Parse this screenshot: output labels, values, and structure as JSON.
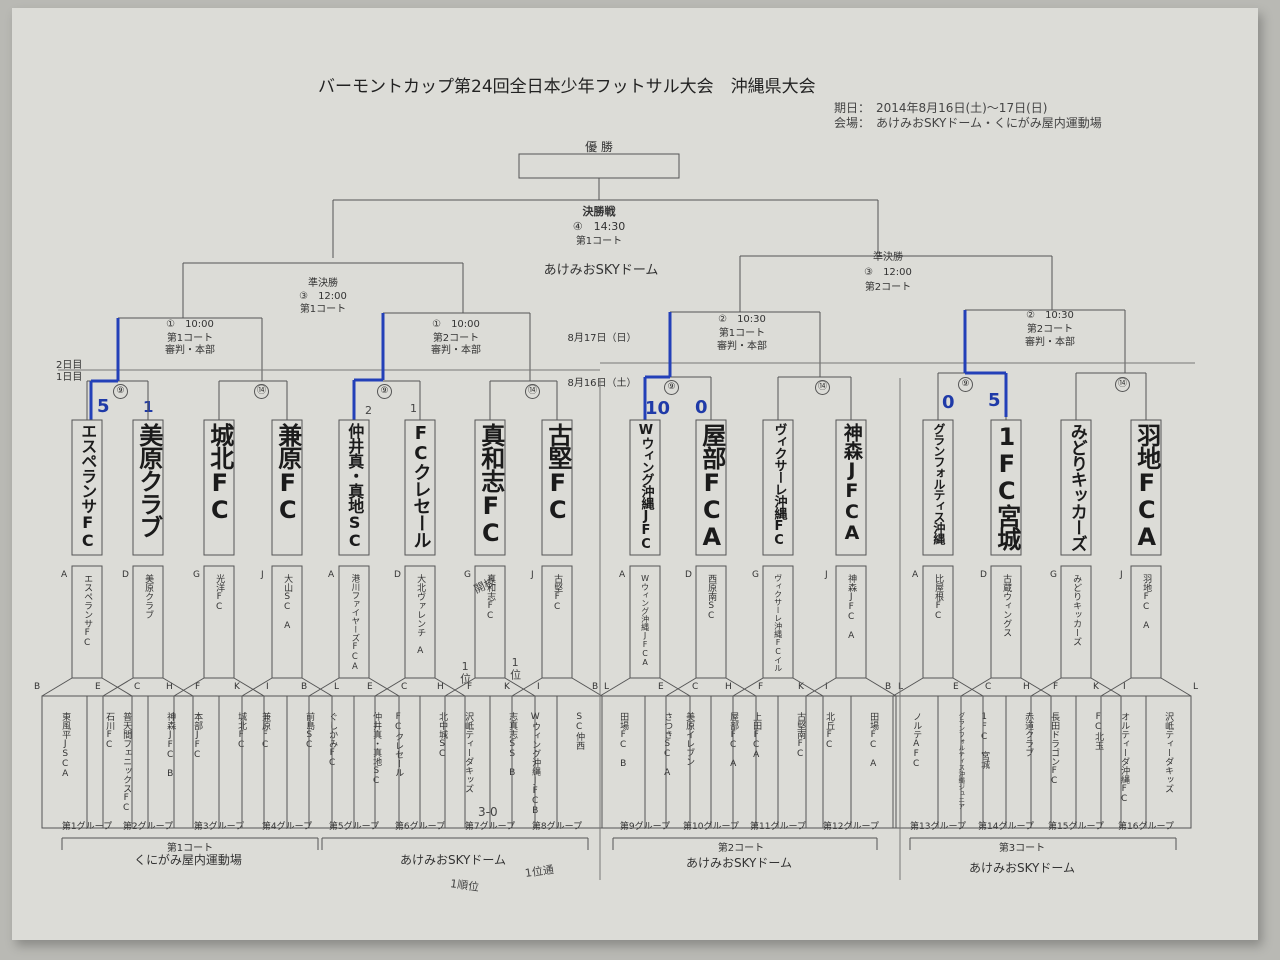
{
  "title": "バーモントカップ第24回全日本少年フットサル大会　沖縄県大会",
  "dates": "期日：　2014年8月16日(土)～17日(日)",
  "venues": "会場：　あけみおSKYドーム・くにがみ屋内運動場",
  "champion_label": "優 勝",
  "final": {
    "label": "決勝戦",
    "time": "④　14:30",
    "court": "第1コート"
  },
  "final_venue": "あけみおSKYドーム",
  "day_labels": {
    "day2": "2日目",
    "day1": "1日目",
    "aug17": "8月17日（日）",
    "aug16": "8月16日（土）"
  },
  "semis": [
    {
      "label": "準決勝",
      "time": "③　12:00",
      "court": "第1コート"
    },
    {
      "label": "準決勝",
      "time": "③　12:00",
      "court": "第2コート"
    }
  ],
  "quarters": [
    {
      "time": "①　10:00",
      "court": "第1コート",
      "ref": "審判・本部"
    },
    {
      "time": "①　10:00",
      "court": "第2コート",
      "ref": "審判・本部"
    },
    {
      "time": "②　10:30",
      "court": "第1コート",
      "ref": "審判・本部"
    },
    {
      "time": "②　10:30",
      "court": "第2コート",
      "ref": "審判・本部"
    }
  ],
  "r16_markers": [
    "⑨",
    "⑭",
    "⑨",
    "⑭",
    "⑨",
    "⑭",
    "⑨",
    "⑭"
  ],
  "teams_handwritten": [
    "エスペランサFC",
    "美原クラブ",
    "城北FC",
    "兼原FC",
    "仲井真・真地SC",
    "FCクレセール",
    "真和志FC",
    "古堅FC",
    "Wウィング沖縄JFC",
    "屋部FCA",
    "ヴィクサーレ沖縄FC",
    "神森JFCA",
    "グランフォルティス沖縄",
    "1FC宮城",
    "みどりキッカーズ",
    "羽地FCA"
  ],
  "scores": [
    "5",
    "1",
    "2",
    "1",
    "10",
    "0",
    "0",
    "5"
  ],
  "groups": [
    {
      "a_letter": "A",
      "winner": "エスペランサFC",
      "b_letter": "B",
      "c_letter": "C",
      "b": "東風平JSCA",
      "c": "石川FC",
      "label": "第1グループ"
    },
    {
      "a_letter": "D",
      "winner": "美原クラブ",
      "b_letter": "E",
      "c_letter": "F",
      "b": "普天間フェニックスFC",
      "c": "神森JFC　B",
      "label": "第2グループ"
    },
    {
      "a_letter": "G",
      "winner": "光洋FC",
      "b_letter": "H",
      "c_letter": "I",
      "b": "本部JFC",
      "c": "城北FC",
      "label": "第3グループ"
    },
    {
      "a_letter": "J",
      "winner": "大山SC　A",
      "b_letter": "K",
      "c_letter": "L",
      "b": "兼原FC",
      "c": "前島SC",
      "label": "第4グループ"
    },
    {
      "a_letter": "A",
      "winner": "港川ファイヤーズFCA",
      "b_letter": "B",
      "c_letter": "C",
      "b": "ぐしかみFC",
      "c": "仲井真・真地SC",
      "label": "第5グループ"
    },
    {
      "a_letter": "D",
      "winner": "大北ヴァレンチ　A",
      "b_letter": "E",
      "c_letter": "F",
      "b": "FCクレセール",
      "c": "北中城SC",
      "label": "第6グループ"
    },
    {
      "a_letter": "G",
      "winner": "真和志FC",
      "b_letter": "H",
      "c_letter": "I",
      "b": "沢岻ティーダキッズ",
      "c": "志真志SS　B",
      "label": "第7グループ"
    },
    {
      "a_letter": "J",
      "winner": "古堅FC",
      "b_letter": "K",
      "c_letter": "L",
      "b": "Wウィング沖縄JFCB",
      "c": "SC仲西",
      "label": "第8グループ"
    },
    {
      "a_letter": "A",
      "winner": "Wウィング沖縄JFCA",
      "b_letter": "B",
      "c_letter": "C",
      "b": "田場FC　B",
      "c": "さつきSC　A",
      "label": "第9グループ"
    },
    {
      "a_letter": "D",
      "winner": "西原南SC",
      "b_letter": "E",
      "c_letter": "F",
      "b": "美原イレブン",
      "c": "屋部FC　A",
      "label": "第10グループ"
    },
    {
      "a_letter": "G",
      "winner": "ヴィクサーレ沖縄FCイル",
      "b_letter": "H",
      "c_letter": "I",
      "b": "上田FCA",
      "c": "古堅南FC",
      "label": "第11グループ"
    },
    {
      "a_letter": "J",
      "winner": "神森JFC　A",
      "b_letter": "K",
      "c_letter": "L",
      "b": "北丘FC",
      "c": "田場FC　A",
      "label": "第12グループ"
    },
    {
      "a_letter": "A",
      "winner": "比屋根FC",
      "b_letter": "B",
      "c_letter": "C",
      "b": "ノルテAFC",
      "c": "グランフォルティス沖縄ジュニア",
      "label": "第13グループ"
    },
    {
      "a_letter": "D",
      "winner": "古蔵ウィングス",
      "b_letter": "E",
      "c_letter": "F",
      "b": "1FC　宮城",
      "c": "赤道クラブ",
      "label": "第14グループ"
    },
    {
      "a_letter": "G",
      "winner": "みどりキッカーズ",
      "b_letter": "H",
      "c_letter": "I",
      "b": "長田ドラゴンFC",
      "c": "FC北玉",
      "label": "第15グループ"
    },
    {
      "a_letter": "J",
      "winner": "羽地FC　A",
      "b_letter": "K",
      "c_letter": "L",
      "b": "オルティーダ沖縄FC",
      "c": "沢岻ティーダキッズ",
      "label": "第16グループ"
    }
  ],
  "court_labels": [
    "第1コート",
    "第2コート",
    "第3コート"
  ],
  "bottom_venues": [
    "くにがみ屋内運動場",
    "あけみおSKYドーム",
    "あけみおSKYドーム",
    "あけみおSKYドーム"
  ],
  "annotations": {
    "hand_note": "開校",
    "side_a": "1位",
    "side_b": "1位",
    "g7_score": "3-0",
    "bottom_1": "1順位",
    "bottom_2": "1位通"
  }
}
